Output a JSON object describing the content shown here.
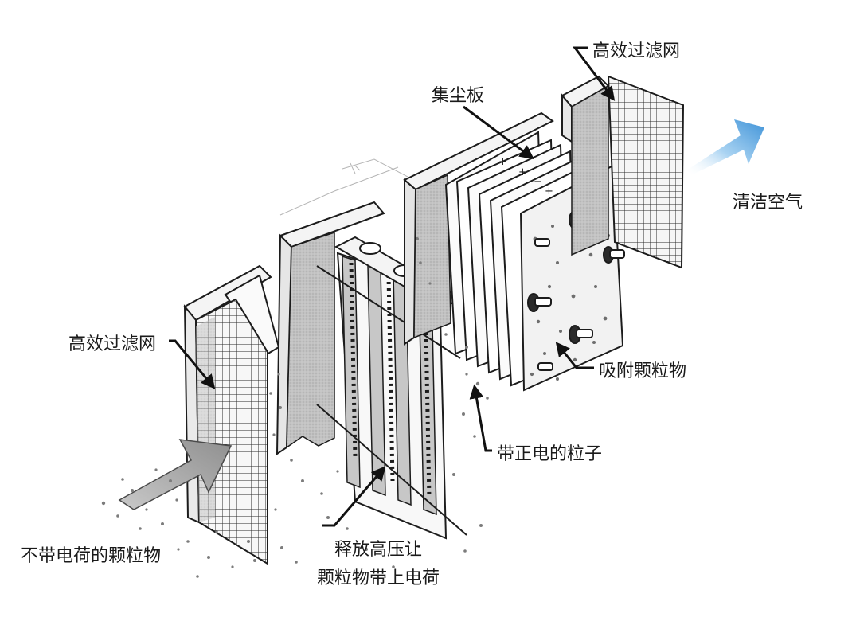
{
  "labels": {
    "hepa_filter_right": "高效过滤网",
    "dust_collector_plate": "集尘板",
    "clean_air": "清洁空气",
    "hepa_filter_left": "高效过滤网",
    "adsorbed_particles": "吸附颗粒物",
    "positive_particles": "带正电的粒子",
    "uncharged_particles": "不带电荷的颗粒物",
    "ionizer_line1": "释放高压让",
    "ionizer_line2": "颗粒物带上电荷"
  },
  "plate_signs": [
    "+",
    "+",
    "−",
    "+",
    "−",
    "+"
  ],
  "colors": {
    "line": "#1c1c1c",
    "frame_fill": "#f6f6f6",
    "panel_fill": "#bdbdbd",
    "grid_bg": "#f4f4f4",
    "arrow_blue": "#5aa9e3",
    "dots": "#808080"
  }
}
